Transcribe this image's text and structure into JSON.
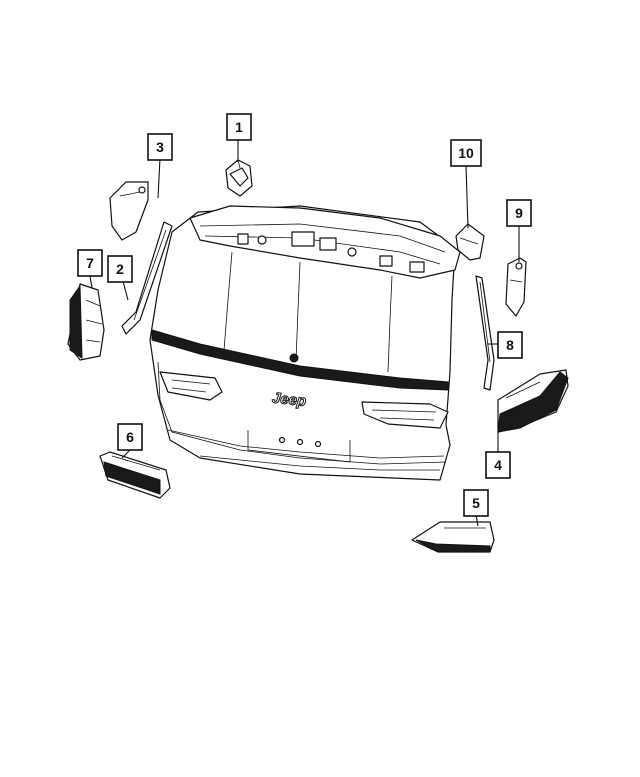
{
  "diagram": {
    "brand_badge": "Jeep",
    "callouts": [
      {
        "id": "callout-1",
        "label": "1"
      },
      {
        "id": "callout-2",
        "label": "2"
      },
      {
        "id": "callout-3",
        "label": "3"
      },
      {
        "id": "callout-4",
        "label": "4"
      },
      {
        "id": "callout-5",
        "label": "5"
      },
      {
        "id": "callout-6",
        "label": "6"
      },
      {
        "id": "callout-7",
        "label": "7"
      },
      {
        "id": "callout-8",
        "label": "8"
      },
      {
        "id": "callout-9",
        "label": "9"
      },
      {
        "id": "callout-10",
        "label": "10"
      }
    ]
  }
}
